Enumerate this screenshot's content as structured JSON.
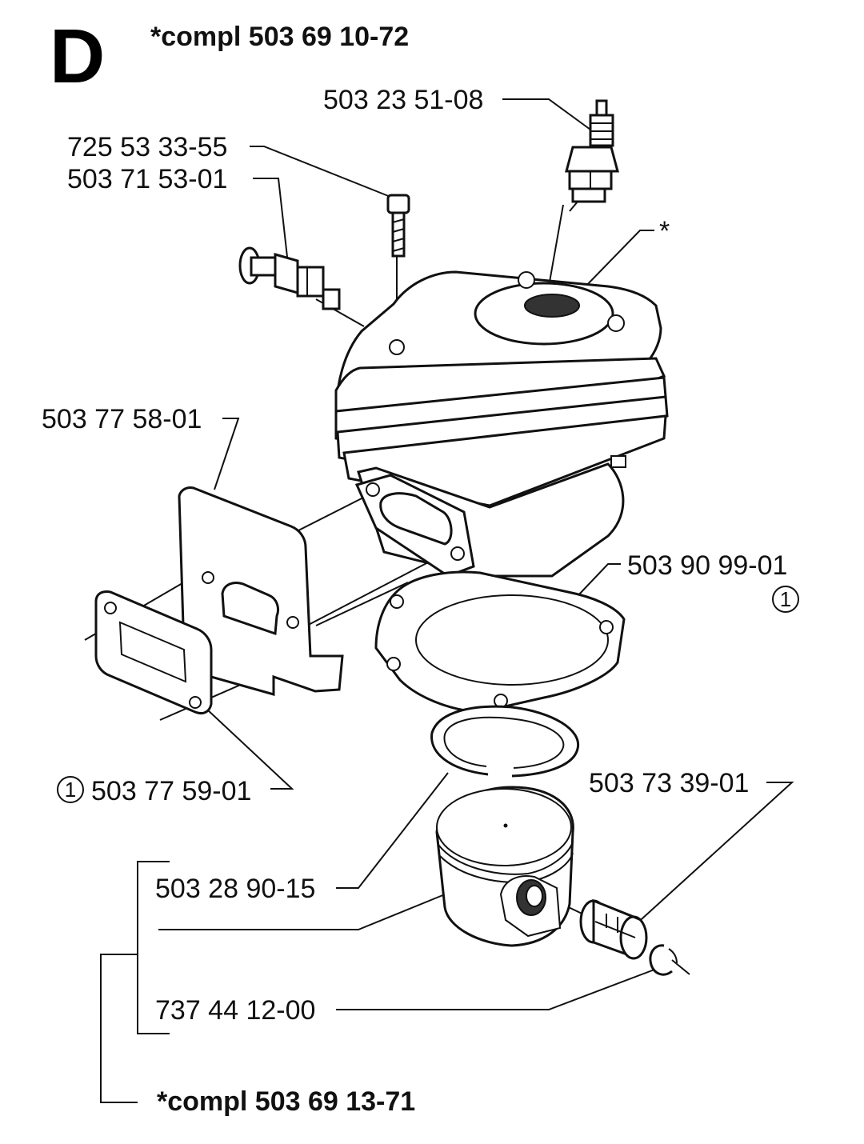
{
  "section_letter": "D",
  "kit_top": "*compl 503 69 10-72",
  "kit_bottom": "*compl 503 69 13-71",
  "asterisk_mark": "*",
  "parts": {
    "spark_plug": "503 23 51-08",
    "screw": "725 53 33-55",
    "decompression_valve": "503 71 53-01",
    "cylinder_asterisk": "*",
    "heat_shield": "503 77 58-01",
    "cylinder_gasket": "503 90 99-01",
    "gasket_ref_marker": "1",
    "muffler_gasket": "503 77 59-01",
    "muffler_gasket_ref_marker": "1",
    "piston_ring": "503 28 90-15",
    "needle_bearing": "503 73 39-01",
    "circlip": "737 44 12-00"
  }
}
